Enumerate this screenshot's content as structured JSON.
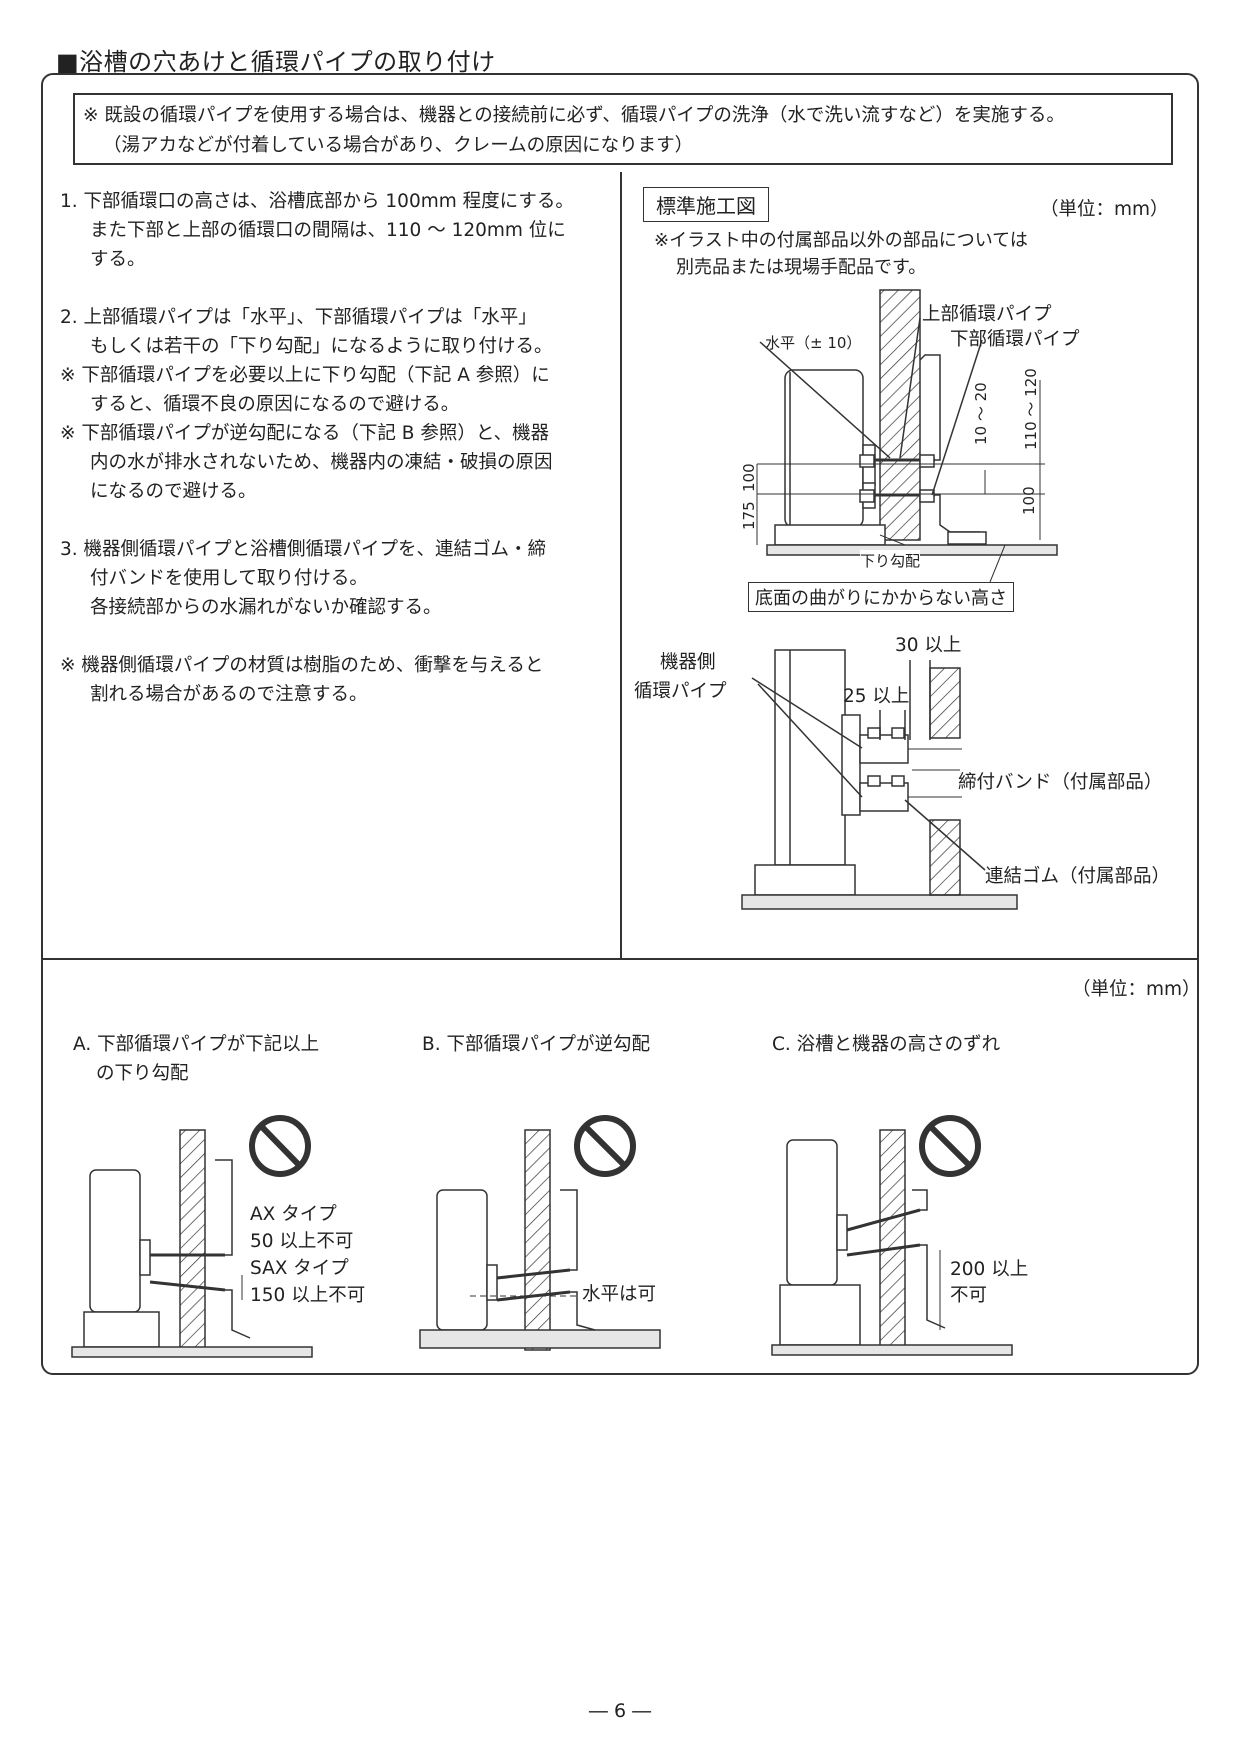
{
  "title": "■浴槽の穴あけと循環パイプの取り付け",
  "notice": [
    "※ 既設の循環パイプを使用する場合は、機器との接続前に必ず、循環パイプの洗浄（水で洗い流すなど）を実施する。",
    "（湯アカなどが付着している場合があり、クレームの原因になります）"
  ],
  "steps": [
    "1. 下部循環口の高さは、浴槽底部から 100mm 程度にする。",
    "また下部と上部の循環口の間隔は、110 ～ 120mm 位に",
    "する。",
    "2. 上部循環パイプは「水平」、下部循環パイプは「水平」",
    "もしくは若干の「下り勾配」になるように取り付ける。",
    "※ 下部循環パイプを必要以上に下り勾配（下記 A 参照）に",
    "すると、循環不良の原因になるので避ける。",
    "※ 下部循環パイプが逆勾配になる（下記 B 参照）と、機器",
    "内の水が排水されないため、機器内の凍結・破損の原因",
    "になるので避ける。",
    "3. 機器側循環パイプと浴槽側循環パイプを、連結ゴム・締",
    "付バンドを使用して取り付ける。",
    "各接続部からの水漏れがないか確認する。",
    "※ 機器側循環パイプの材質は樹脂のため、衝撃を与えると",
    "割れる場合があるので注意する。"
  ],
  "standard": {
    "label": "標準施工図",
    "unit": "（単位：mm）",
    "note1": "※イラスト中の付属部品以外の部品については",
    "note2": "別売品または現場手配品です。",
    "upper_pipe": "上部循環パイプ",
    "lower_pipe": "下部循環パイプ",
    "horizontal": "水平（± 10）",
    "dim_10_20": "10 ～ 20",
    "dim_110_120": "110 ～ 120",
    "dim_175": "175",
    "dim_100a": "100",
    "dim_100b": "100",
    "slope": "下り勾配",
    "bottom_note": "底面の曲がりにかからない高さ",
    "device_pipe_1": "機器側",
    "device_pipe_2": "循環パイプ",
    "dim_30": "30 以上",
    "dim_25": "25 以上",
    "band": "締付バンド（付属部品）",
    "rubber": "連結ゴム（付属部品）"
  },
  "lower": {
    "unit": "（単位：mm）",
    "a_title1": "A. 下部循環パイプが下記以上",
    "a_title2": "の下り勾配",
    "a_ax": "AX タイプ",
    "a_ax_v": "50 以上不可",
    "a_sax": "SAX タイプ",
    "a_sax_v": "150 以上不可",
    "b_title": "B. 下部循環パイプが逆勾配",
    "b_note": "水平は可",
    "c_title": "C. 浴槽と機器の高さのずれ",
    "c_v1": "200 以上",
    "c_v2": "不可"
  },
  "page_number": "― 6 ―"
}
